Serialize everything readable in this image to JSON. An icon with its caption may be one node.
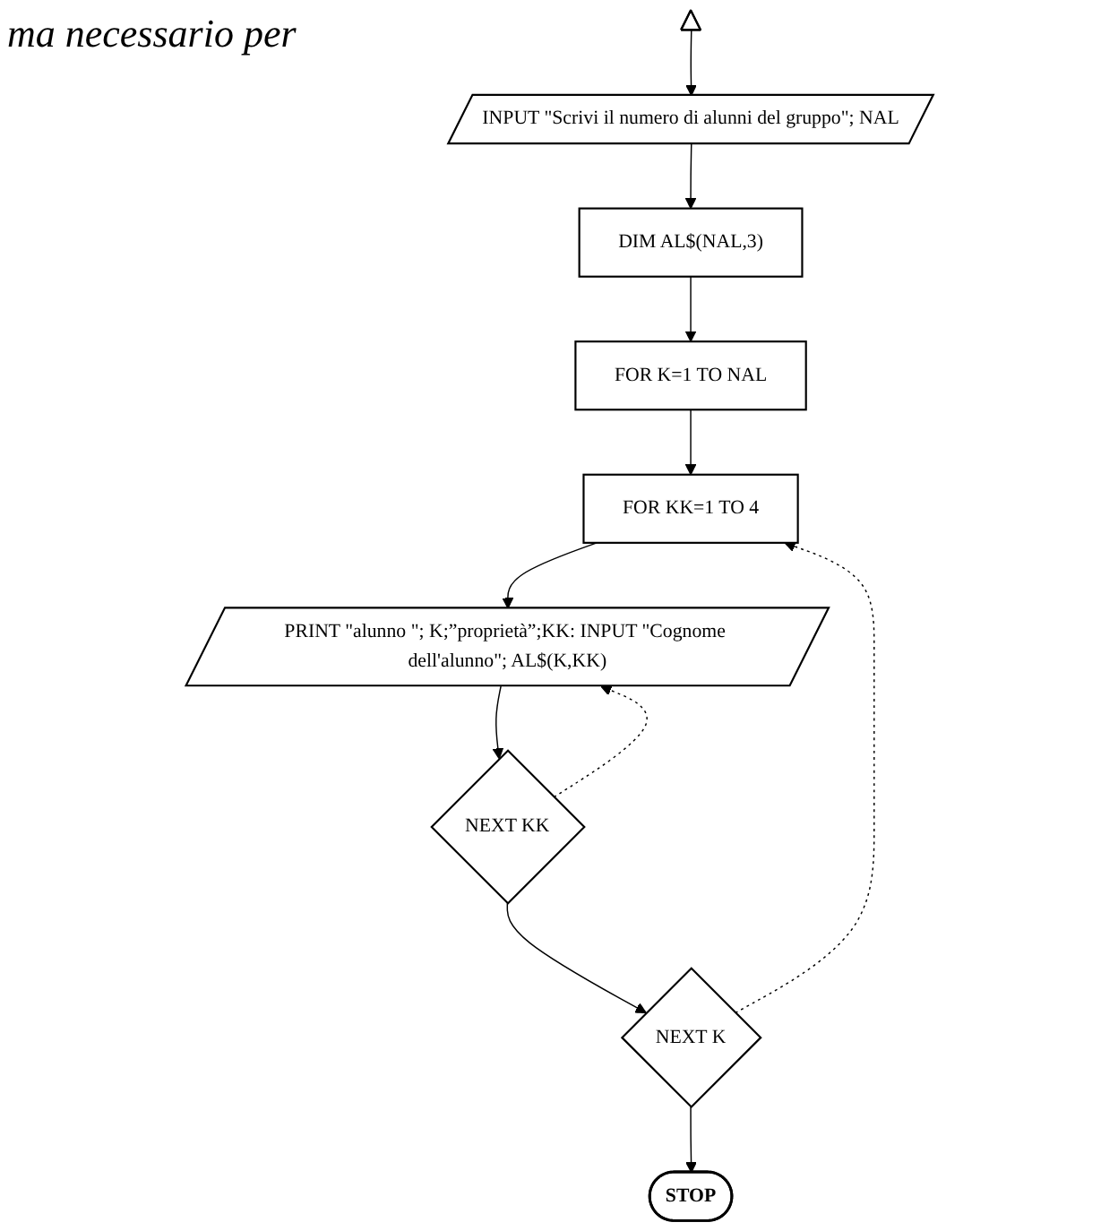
{
  "diagram": {
    "nodes": [
      {
        "text": [],
        "shape": "triangle"
      },
      {
        "text": [
          "INPUT \"Scrivi il numero di alunni del gruppo\"; NAL"
        ]
      },
      {
        "text": [
          "DIM AL$(NAL,3)"
        ]
      },
      {
        "text": [
          "FOR K=1 TO NAL"
        ]
      },
      {
        "text": [
          "FOR KK=1 TO 4"
        ]
      },
      {
        "text": [
          "PRINT \"alunno \"; K;”proprietà”;KK: INPUT \"Cognome dell'alunno\"; AL$(K,KK)"
        ]
      },
      {
        "text": [
          "NEXT KK"
        ]
      },
      {
        "text": [
          "NEXT K"
        ]
      },
      {
        "text": [
          "STOP"
        ]
      }
    ],
    "edges": [
      {
        "from": 0,
        "to": 1,
        "arrow": "to"
      },
      {
        "from": 1,
        "to": 2,
        "arrow": "to"
      },
      {
        "from": 2,
        "to": 3,
        "arrow": "to"
      },
      {
        "from": 3,
        "to": 4,
        "arrow": "to"
      },
      {
        "from": 4,
        "to": 5,
        "arrow": "to"
      },
      {
        "from": 5,
        "to": 6,
        "arrow": "to"
      },
      {
        "from": 6,
        "to": 7,
        "arrow": "to"
      },
      {
        "from": 7,
        "to": 8,
        "arrow": "to"
      },
      {
        "from": 6,
        "to": 5,
        "arrow": "to",
        "style": "dashed"
      },
      {
        "from": 7,
        "to": 4,
        "arrow": "to",
        "style": "dashed"
      }
    ],
    "labels": [
      "ma necessario per"
    ]
  }
}
